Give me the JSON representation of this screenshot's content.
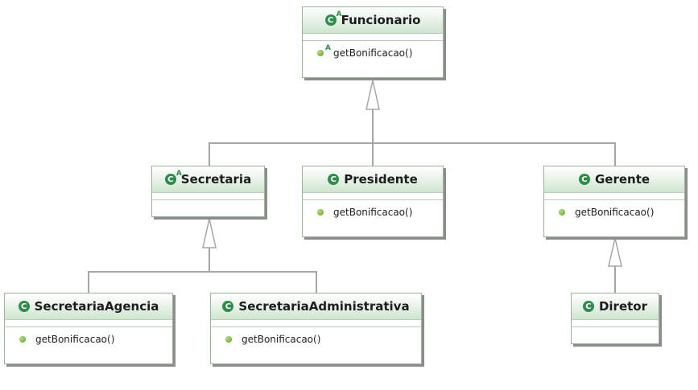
{
  "classes": {
    "funcionario": {
      "name": "Funcionario",
      "abstract": true,
      "methods": [
        "getBonificacao()"
      ],
      "abstract_method": true
    },
    "secretaria": {
      "name": "Secretaria",
      "abstract": true,
      "methods": []
    },
    "presidente": {
      "name": "Presidente",
      "abstract": false,
      "methods": [
        "getBonificacao()"
      ]
    },
    "gerente": {
      "name": "Gerente",
      "abstract": false,
      "methods": [
        "getBonificacao()"
      ]
    },
    "secretaria_agencia": {
      "name": "SecretariaAgencia",
      "abstract": false,
      "methods": [
        "getBonificacao()"
      ]
    },
    "secretaria_administrativa": {
      "name": "SecretariaAdministrativa",
      "abstract": false,
      "methods": [
        "getBonificacao()"
      ]
    },
    "diretor": {
      "name": "Diretor",
      "abstract": false,
      "methods": []
    }
  },
  "icons": {
    "class_icon": "class-icon",
    "abstract_marker": "A",
    "class_letter": "C",
    "method_icon": "public-method-icon"
  },
  "colors": {
    "class_header": "#cfe5cf",
    "border": "#9bb59b",
    "edge": "#a6a6a6",
    "icon": "#2f8c4a"
  }
}
